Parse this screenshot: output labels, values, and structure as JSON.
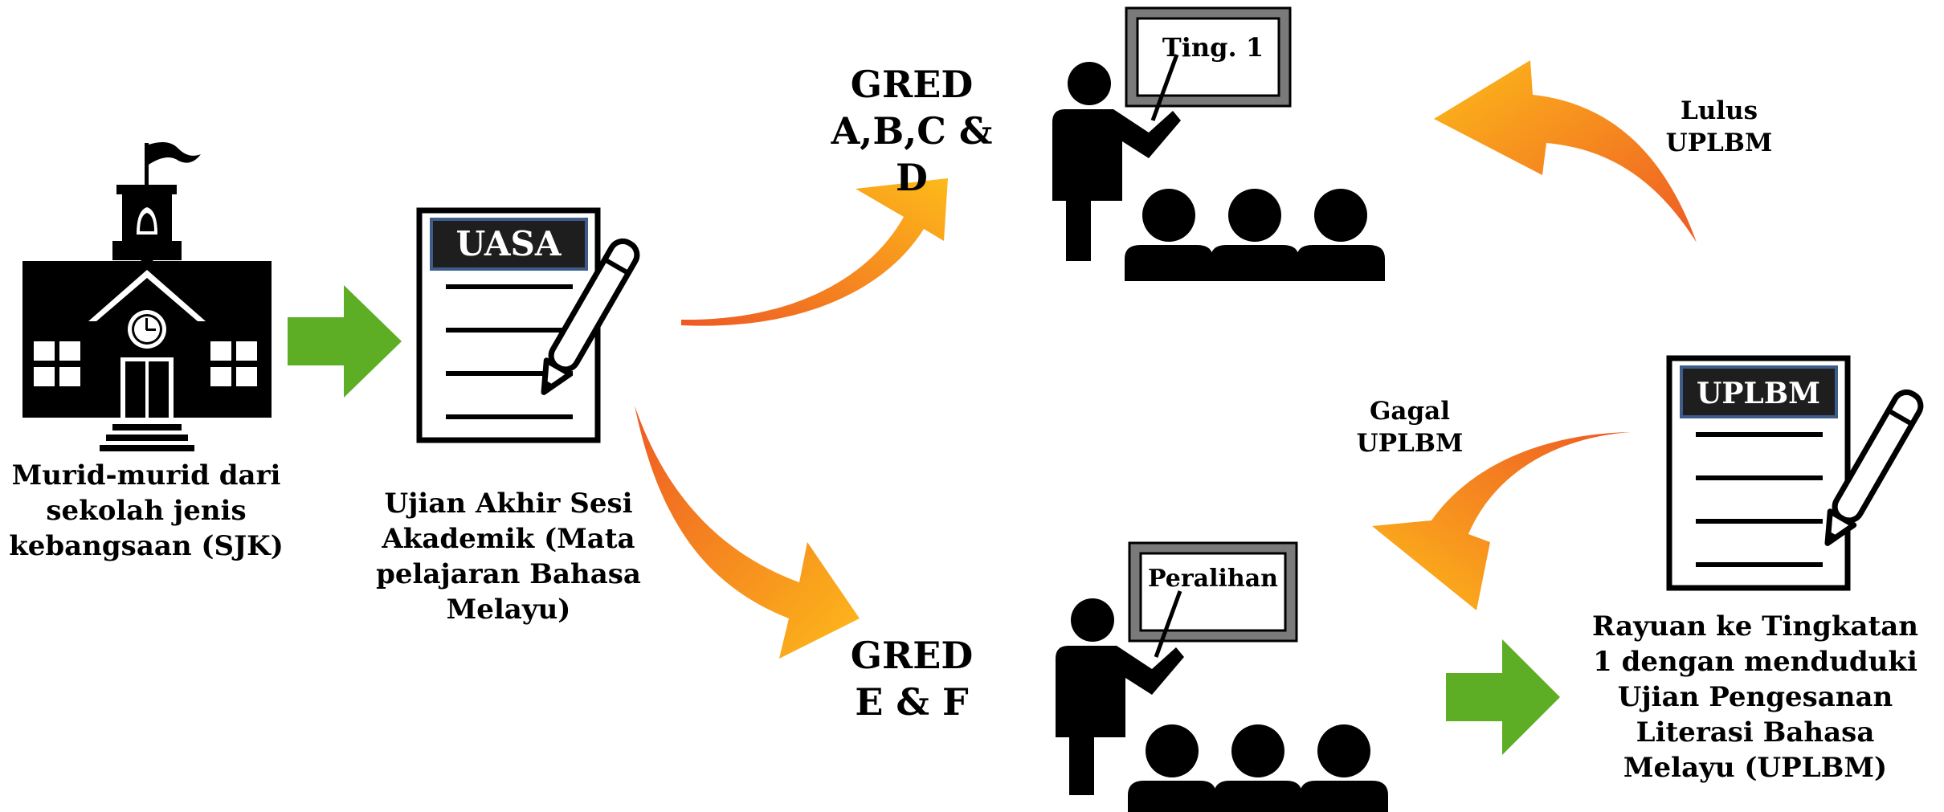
{
  "school_caption": "Murid-murid dari sekolah jenis kebangsaan (SJK)",
  "uasa": {
    "header": "UASA",
    "caption": "Ujian Akhir Sesi Akademik (Mata pelajaran Bahasa Melayu)"
  },
  "gred_pass": {
    "line1": "GRED",
    "line2": "A,B,C & D"
  },
  "gred_fail": {
    "line1": "GRED",
    "line2": "E & F"
  },
  "class_top": {
    "board_text": "Ting. 1"
  },
  "class_bottom": {
    "board_text": "Peralihan"
  },
  "lulus": {
    "line1": "Lulus",
    "line2": "UPLBM"
  },
  "gagal": {
    "line1": "Gagal",
    "line2": "UPLBM"
  },
  "uplbm": {
    "header": "UPLBM",
    "caption": "Rayuan ke Tingkatan 1 dengan menduduki Ujian Pengesanan Literasi Bahasa Melayu (UPLBM)"
  },
  "colors": {
    "green_arrow": "#5DAE24",
    "orange_dark": "#EE5A24",
    "orange_light": "#FDBA1A",
    "header_box": "#1E1E1E",
    "header_border": "#3E5C8A",
    "board_frame": "#7A7A7A"
  }
}
